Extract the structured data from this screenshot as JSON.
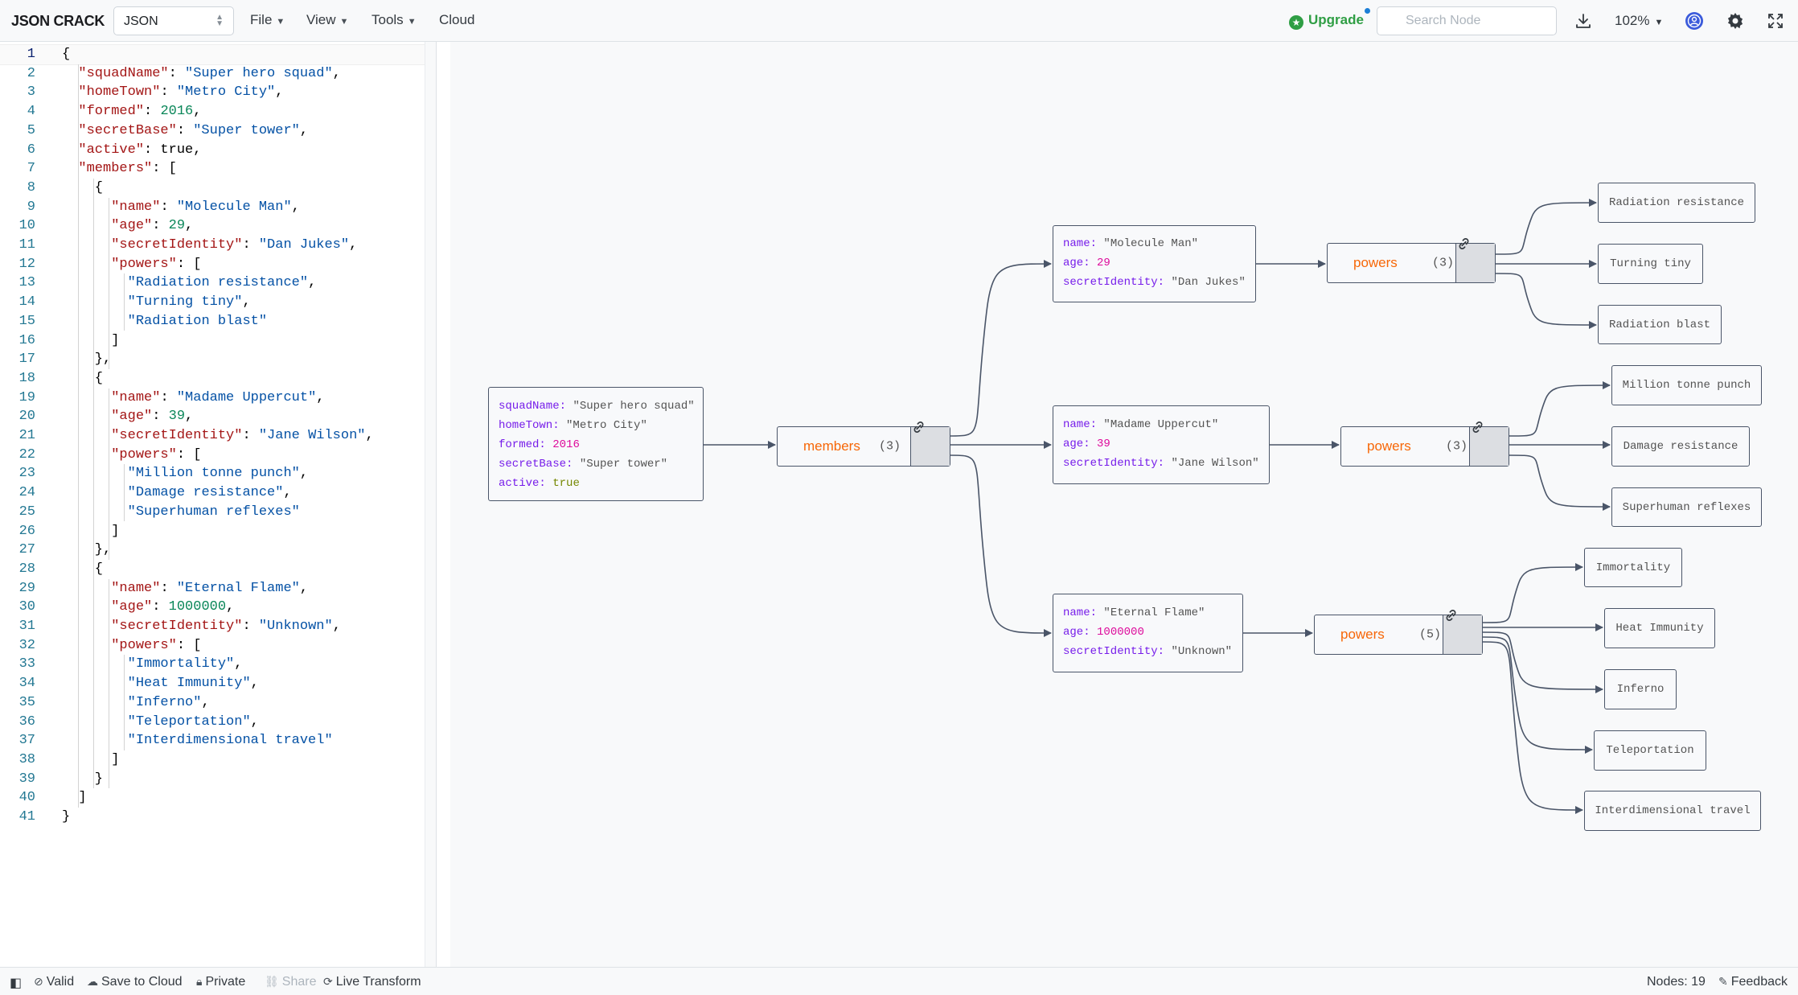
{
  "app": {
    "logo": "JSON CRACK",
    "format": "JSON",
    "menus": [
      "File",
      "View",
      "Tools",
      "Cloud"
    ],
    "upgrade": "Upgrade",
    "search_placeholder": "Search Node",
    "zoom": "102%"
  },
  "editor": {
    "lines": [
      "{",
      "  \"squadName\": \"Super hero squad\",",
      "  \"homeTown\": \"Metro City\",",
      "  \"formed\": 2016,",
      "  \"secretBase\": \"Super tower\",",
      "  \"active\": true,",
      "  \"members\": [",
      "    {",
      "      \"name\": \"Molecule Man\",",
      "      \"age\": 29,",
      "      \"secretIdentity\": \"Dan Jukes\",",
      "      \"powers\": [",
      "        \"Radiation resistance\",",
      "        \"Turning tiny\",",
      "        \"Radiation blast\"",
      "      ]",
      "    },",
      "    {",
      "      \"name\": \"Madame Uppercut\",",
      "      \"age\": 39,",
      "      \"secretIdentity\": \"Jane Wilson\",",
      "      \"powers\": [",
      "        \"Million tonne punch\",",
      "        \"Damage resistance\",",
      "        \"Superhuman reflexes\"",
      "      ]",
      "    },",
      "    {",
      "      \"name\": \"Eternal Flame\",",
      "      \"age\": 1000000,",
      "      \"secretIdentity\": \"Unknown\",",
      "      \"powers\": [",
      "        \"Immortality\",",
      "        \"Heat Immunity\",",
      "        \"Inferno\",",
      "        \"Teleportation\",",
      "        \"Interdimensional travel\"",
      "      ]",
      "    }",
      "  ]",
      "}"
    ]
  },
  "graph": {
    "root": [
      {
        "key": "squadName",
        "value": "\"Super hero squad\"",
        "type": "string"
      },
      {
        "key": "homeTown",
        "value": "\"Metro City\"",
        "type": "string"
      },
      {
        "key": "formed",
        "value": "2016",
        "type": "number"
      },
      {
        "key": "secretBase",
        "value": "\"Super tower\"",
        "type": "string"
      },
      {
        "key": "active",
        "value": "true",
        "type": "boolean"
      }
    ],
    "members": {
      "label": "members",
      "count": "(3)"
    },
    "people": [
      {
        "rows": [
          {
            "key": "name",
            "value": "\"Molecule Man\"",
            "type": "string"
          },
          {
            "key": "age",
            "value": "29",
            "type": "number"
          },
          {
            "key": "secretIdentity",
            "value": "\"Dan Jukes\"",
            "type": "string"
          }
        ],
        "powers_label": "powers",
        "powers_count": "(3)",
        "powers": [
          "Radiation resistance",
          "Turning tiny",
          "Radiation blast"
        ]
      },
      {
        "rows": [
          {
            "key": "name",
            "value": "\"Madame Uppercut\"",
            "type": "string"
          },
          {
            "key": "age",
            "value": "39",
            "type": "number"
          },
          {
            "key": "secretIdentity",
            "value": "\"Jane Wilson\"",
            "type": "string"
          }
        ],
        "powers_label": "powers",
        "powers_count": "(3)",
        "powers": [
          "Million tonne punch",
          "Damage resistance",
          "Superhuman reflexes"
        ]
      },
      {
        "rows": [
          {
            "key": "name",
            "value": "\"Eternal Flame\"",
            "type": "string"
          },
          {
            "key": "age",
            "value": "1000000",
            "type": "number"
          },
          {
            "key": "secretIdentity",
            "value": "\"Unknown\"",
            "type": "string"
          }
        ],
        "powers_label": "powers",
        "powers_count": "(5)",
        "powers": [
          "Immortality",
          "Heat Immunity",
          "Inferno",
          "Teleportation",
          "Interdimensional travel"
        ]
      }
    ]
  },
  "statusbar": {
    "valid": "Valid",
    "save": "Save to Cloud",
    "private": "Private",
    "share": "Share",
    "live": "Live Transform",
    "nodes": "Nodes: 19",
    "feedback": "Feedback"
  },
  "colors": {
    "accent_green": "#2f9e44",
    "node_key": "#761cea",
    "node_number": "#dd0a9b",
    "node_boolean": "#748700",
    "parent_label": "#f76707",
    "edge": "#4a5568"
  }
}
